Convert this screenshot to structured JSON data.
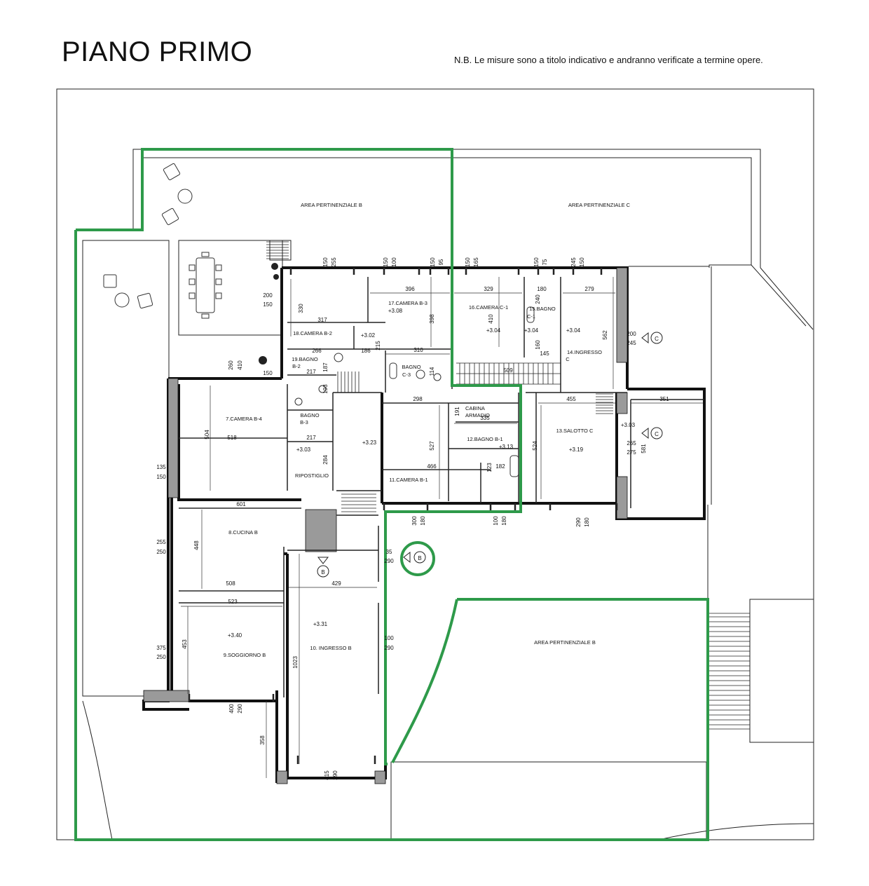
{
  "title": "PIANO PRIMO",
  "note": "N.B. Le misure sono a titolo indicativo e andranno verificate a termine opere.",
  "colors": {
    "highlight": "#2e9a4a",
    "wall": "#111111",
    "wall_fill": "#9a9a9a"
  },
  "areas": {
    "pertinenziale_b_top": "AREA PERTINENZIALE B",
    "pertinenziale_c": "AREA PERTINENZIALE C",
    "pertinenziale_b_bottom": "AREA PERTINENZIALE B"
  },
  "rooms": {
    "camera_b3": "17.CAMERA B-3",
    "camera_c1": "16.CAMERA C-1",
    "bagno_c1": "15.BAGNO",
    "bagno_c1_sub": "C-1",
    "ingresso_c": "14.INGRESSO",
    "ingresso_c_sub": "C",
    "camera_b2": "18.CAMERA B-2",
    "bagno_b2": "19.BAGNO",
    "bagno_b2_sub": "B-2",
    "bagno_c3": "BAGNO",
    "bagno_c3_sub": "C-3",
    "camera_b4": "7.CAMERA B-4",
    "bagno_b3": "BAGNO",
    "bagno_b3_sub": "B-3",
    "ripostiglio": "RIPOSTIGLIO",
    "cabina": "CABINA",
    "armadio": "ARMADIO",
    "bagno_b1": "12.BAGNO B-1",
    "camera_b1": "11.CAMERA B-1",
    "salotto_c": "13.SALOTTO C",
    "cucina_b": "8.CUCINA B",
    "soggiorno_b": "9.SOGGIORNO  B",
    "ingresso_b": "10. INGRESSO B"
  },
  "markers": {
    "b": "B",
    "c": "C"
  },
  "levels": {
    "camera_b3": "+3.08",
    "camera_c1": "+3.04",
    "bagno_c1": "+3.04",
    "ingresso_c": "+3.04",
    "camera_b2": "+3.02",
    "bagno_b3": "+3.03",
    "disimpegno": "+3.23",
    "bagno_b1": "+3.13",
    "salotto_c": "+3.19",
    "salotto_c_side": "+3.03",
    "soggiorno_b": "+3.40",
    "ingresso_b": "+3.31"
  },
  "dims": {
    "d396": "396",
    "d398": "398",
    "d310": "310",
    "d114": "114",
    "d329": "329",
    "d410": "410",
    "d180": "180",
    "d240": "240",
    "d160": "160",
    "d145": "145",
    "d279": "279",
    "d562": "562",
    "d509": "509",
    "d317": "317",
    "d330": "330",
    "d266": "266",
    "d186": "186",
    "d215": "215",
    "d217a": "217",
    "d187": "187",
    "d193": "193",
    "d518": "518",
    "d504": "504",
    "d260": "260",
    "d410b": "410",
    "d150a": "150",
    "d200a": "200",
    "d150b": "150",
    "d217b": "217",
    "d284": "284",
    "d298": "298",
    "d191": "191",
    "d335": "335",
    "d527": "527",
    "d466": "466",
    "d182": "182",
    "d123": "123",
    "d455": "455",
    "d524": "524",
    "d351": "351",
    "d200b": "200",
    "d245": "245",
    "d265": "265",
    "d275": "275",
    "d581": "581",
    "d135": "135",
    "d150c": "150",
    "d601": "601",
    "d448": "448",
    "d255": "255",
    "d250a": "250",
    "d508": "508",
    "d523": "523",
    "d453": "453",
    "d375": "375",
    "d250b": "250",
    "d400": "400",
    "d290a": "290",
    "d358": "358",
    "d429": "429",
    "d1023": "1023",
    "d415": "415",
    "d290b": "290",
    "d35": "35",
    "d290c": "290",
    "d100a": "100",
    "d290d": "290",
    "d300": "300",
    "d180b": "180",
    "d100b": "100",
    "d180c": "180",
    "d290e": "290",
    "d180d": "180",
    "w150a": "150",
    "w255": "255",
    "w150b": "150",
    "w100a": "100",
    "w150c": "150",
    "w95": "95",
    "w150d": "150",
    "w165": "165",
    "w150e": "150",
    "w75": "75",
    "w245": "245",
    "w150f": "150"
  }
}
